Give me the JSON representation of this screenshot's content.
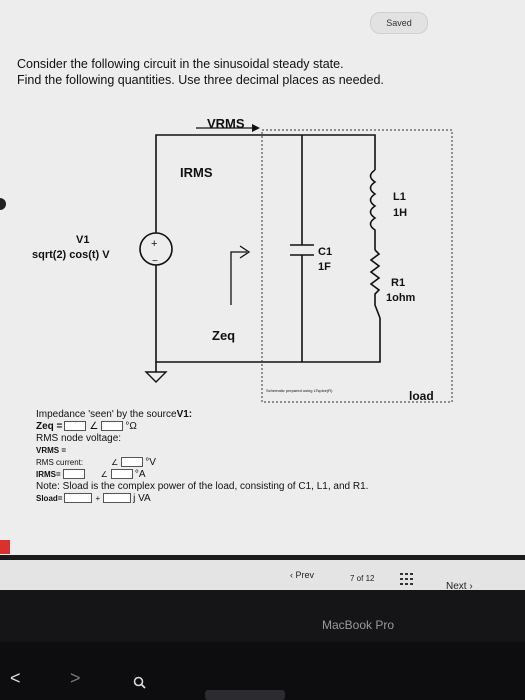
{
  "status": {
    "saved": "Saved"
  },
  "question": {
    "line1": "Consider the following circuit in the sinusoidal steady state.",
    "line2": "Find the following quantities. Use three decimal places as needed."
  },
  "circuit": {
    "vrms_label": "VRMS",
    "irms_label": "IRMS",
    "v1_name": "V1",
    "v1_expr": "sqrt(2) cos(t) V",
    "plus": "+",
    "minus": "−",
    "zeq_label": "Zeq",
    "c1_name": "C1",
    "c1_value": "1F",
    "l1_name": "L1",
    "l1_value": "1H",
    "r1_name": "R1",
    "r1_value": "1ohm",
    "load_label": "load",
    "schematic_note": "Schematic prepared using LTspice(R)"
  },
  "answers": {
    "impedance_heading": "Impedance 'seen' by the source ",
    "impedance_source": "V1:",
    "zeq_label": "Zeq =",
    "angle": "∠",
    "deg_ohm": "°Ω",
    "rms_node_heading": "RMS node voltage:",
    "vrms_label": "VRMS =",
    "deg_v": "°V",
    "rms_current_heading": "RMS current:",
    "irms_label": "IRMS=",
    "deg_a": "°A",
    "note": "Note: Sload is the complex power of the load, consisting of C1, L1, and R1.",
    "sload_label": "Sload=",
    "plus": "+",
    "j_va": "j VA"
  },
  "navigation": {
    "prev": "‹ Prev",
    "page": "7 of 12",
    "next": "Next ›"
  },
  "device": {
    "brand": "MacBook Pro"
  },
  "touchbar": {
    "back": "<",
    "forward": ">"
  }
}
